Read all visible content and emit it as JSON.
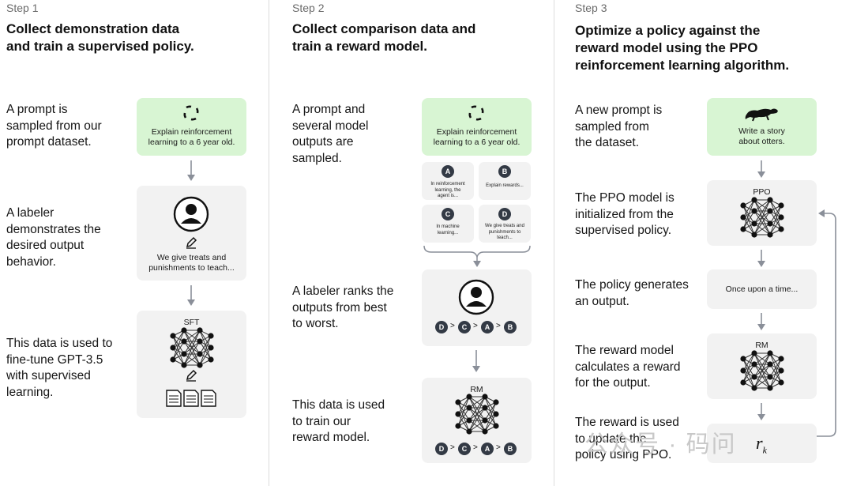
{
  "columns": [
    {
      "step": "Step 1",
      "title": [
        "Collect demonstration data",
        "and train a supervised policy."
      ],
      "descs": [
        [
          "A prompt is",
          "sampled from our",
          "prompt dataset."
        ],
        [
          "A labeler",
          "demonstrates the",
          "desired output",
          "behavior."
        ],
        [
          "This data is used to",
          "fine-tune GPT-3.5",
          "with supervised",
          "learning."
        ]
      ],
      "prompt_box": [
        "Explain reinforcement",
        "learning to a 6 year old."
      ],
      "labeler_text": [
        "We give treats and",
        "punishments to teach..."
      ],
      "model_label": "SFT"
    },
    {
      "step": "Step 2",
      "title": [
        "Collect comparison data and",
        "train a reward model."
      ],
      "descs": [
        [
          "A prompt and",
          "several model",
          "outputs are",
          "sampled."
        ],
        [
          "A labeler ranks the",
          "outputs from best",
          "to worst."
        ],
        [
          "This data is used",
          "to train our",
          "reward model."
        ]
      ],
      "prompt_box": [
        "Explain reinforcement",
        "learning to a 6 year old."
      ],
      "outputs": [
        {
          "letter": "A",
          "text": [
            "In reinforcement",
            "learning, the",
            "agent is..."
          ]
        },
        {
          "letter": "B",
          "text": [
            "Explain rewards..."
          ]
        },
        {
          "letter": "C",
          "text": [
            "In machine",
            "learning..."
          ]
        },
        {
          "letter": "D",
          "text": [
            "We give treats and",
            "punishments to",
            "teach..."
          ]
        }
      ],
      "ranking": [
        "D",
        "C",
        "A",
        "B"
      ],
      "model_label": "RM"
    },
    {
      "step": "Step 3",
      "title": [
        "Optimize a policy against the",
        "reward model using the PPO",
        "reinforcement learning algorithm."
      ],
      "descs": [
        [
          "A new prompt is",
          "sampled from",
          "the dataset."
        ],
        [
          "The PPO model is",
          "initialized from the",
          "supervised policy."
        ],
        [
          "The policy generates",
          "an output."
        ],
        [
          "The reward model",
          "calculates a reward",
          "for the output."
        ],
        [
          "The reward is used",
          "to update the",
          "policy using PPO."
        ]
      ],
      "prompt_box": [
        "Write a story",
        "about otters."
      ],
      "ppo_label": "PPO",
      "output_text": "Once upon a time...",
      "rm_label": "RM",
      "reward_symbol": "r",
      "reward_sub": "k"
    }
  ],
  "watermark": "公众号 · 码问",
  "colors": {
    "green_box": "#d8f5d3",
    "gray_box": "#f2f2f2",
    "dark_circle": "#333a45",
    "arrow": "#8a8f99"
  }
}
